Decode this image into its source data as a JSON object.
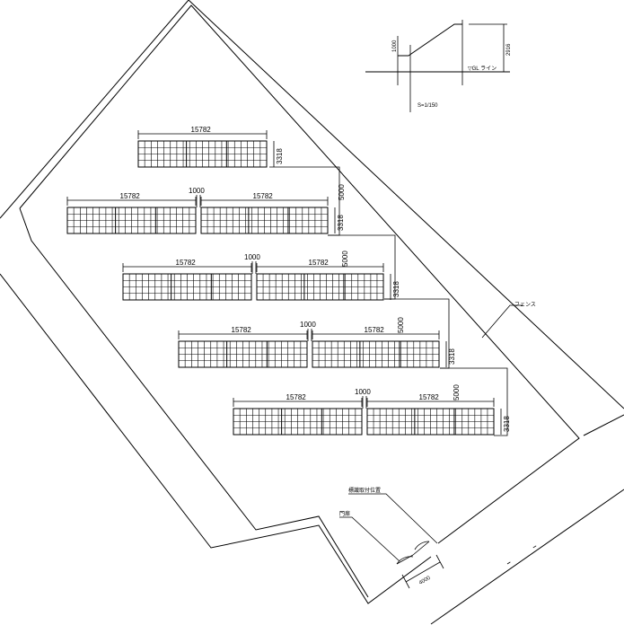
{
  "section": {
    "scale_label": "S=1/150",
    "height_top": "2916",
    "height_front": "1000",
    "ground_line": "▽GL ライン"
  },
  "labels": {
    "fence": "フェンス",
    "signboard": "標識取付位置",
    "gate": "門扉",
    "gate_width": "4000"
  },
  "array": {
    "width": "15782",
    "gap": "1000",
    "depth": "3318",
    "row_pitch": "5000"
  },
  "rows": [
    {
      "row": 1,
      "blocks": 1
    },
    {
      "row": 2,
      "blocks": 2
    },
    {
      "row": 3,
      "blocks": 2
    },
    {
      "row": 4,
      "blocks": 2
    },
    {
      "row": 5,
      "blocks": 2
    }
  ]
}
